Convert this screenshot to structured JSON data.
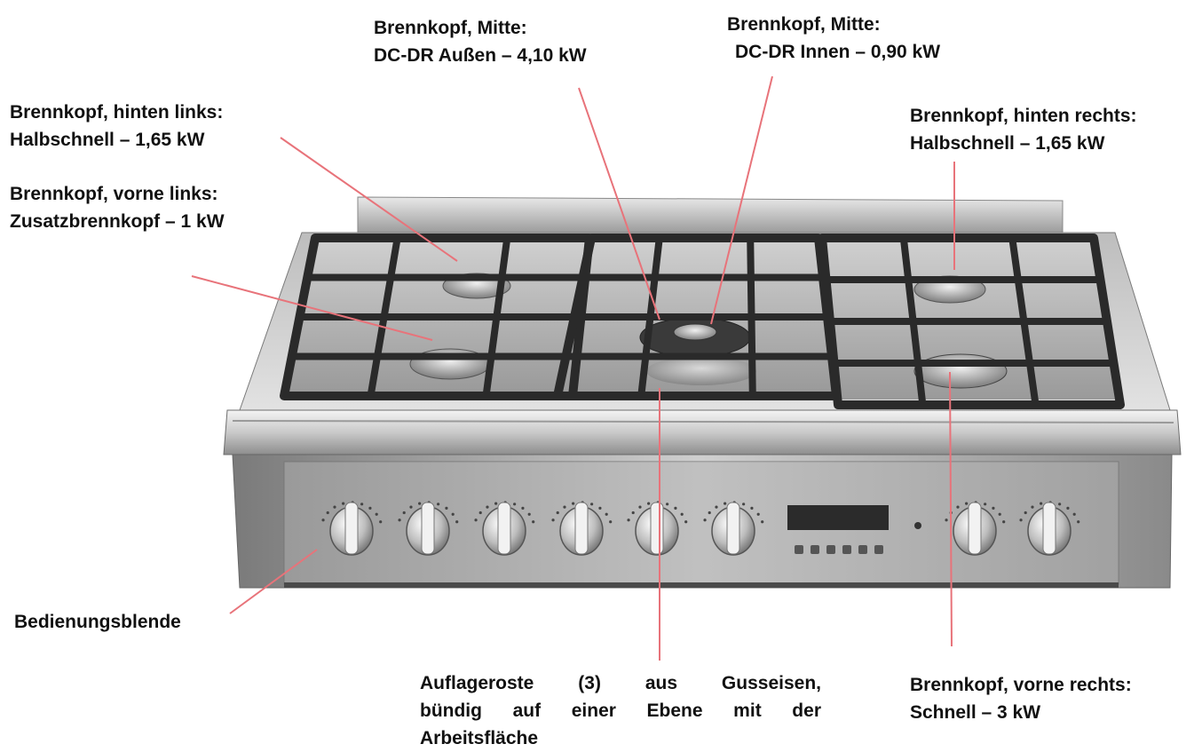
{
  "labels": {
    "top_center_left": {
      "line1": "Brennkopf, Mitte:",
      "line2": "DC-DR Außen – 4,10 kW"
    },
    "top_center_right": {
      "line1": "Brennkopf, Mitte:",
      "line2": "DC-DR Innen – 0,90 kW"
    },
    "back_left": {
      "line1": "Brennkopf, hinten links:",
      "line2": "Halbschnell – 1,65 kW"
    },
    "front_left": {
      "line1": "Brennkopf, vorne links:",
      "line2": "Zusatzbrennkopf – 1 kW"
    },
    "back_right": {
      "line1": "Brennkopf, hinten rechts:",
      "line2": "Halbschnell – 1,65 kW"
    },
    "control_panel": {
      "line1": "Bedienungsblende"
    },
    "grates": {
      "line1": "Auflageroste (3) aus Gusseisen,",
      "line2": "bündig auf einer Ebene mit der",
      "line3": "Arbeitsfläche"
    },
    "front_right": {
      "line1": "Brennkopf, vorne rechts:",
      "line2": "Schnell – 3 kW"
    }
  },
  "colors": {
    "leader_line": "#e8737a",
    "steel_light": "#d8d8d8",
    "steel_dark": "#6b6b6b",
    "cast_iron": "#2a2a2a",
    "text": "#111111"
  },
  "counts": {
    "grates": 3,
    "knobs": 8,
    "burners": 6
  }
}
